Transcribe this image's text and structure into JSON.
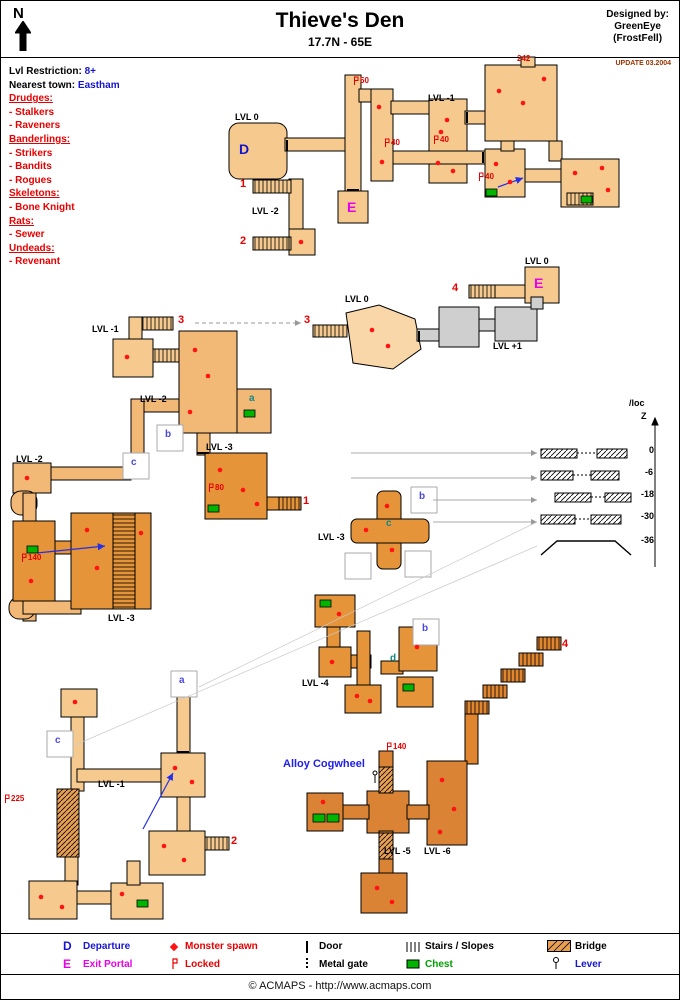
{
  "header": {
    "north_label": "N",
    "title": "Thieve's Den",
    "subtitle": "17.7N - 65E",
    "designed_by": "Designed by:",
    "designer_line1": "GreenEye",
    "designer_line2": "(FrostFell)",
    "update_note": "UPDATE 03.2004"
  },
  "info_panel": {
    "restriction_label": "Lvl Restriction:",
    "restriction_value": "8+",
    "town_label": "Nearest town:",
    "town_value": "Eastham",
    "monster_groups": [
      {
        "name": "Drudges:",
        "members": [
          "- Stalkers",
          "- Raveners"
        ]
      },
      {
        "name": "Banderlings:",
        "members": [
          "- Strikers",
          "- Bandits",
          "- Rogues"
        ]
      },
      {
        "name": "Skeletons:",
        "members": [
          "- Bone Knight"
        ]
      },
      {
        "name": "Rats:",
        "members": [
          "- Sewer"
        ]
      },
      {
        "name": "Undeads:",
        "members": [
          "- Revenant"
        ]
      }
    ]
  },
  "map": {
    "portals": {
      "departure": "D",
      "exit_top": "E",
      "exit_mid": "E"
    },
    "levels": {
      "lvl0_top": "LVL 0",
      "lvlm1_top": "LVL -1",
      "lvlm2_top": "LVL -2",
      "lvl0_exit": "LVL 0",
      "lvl0_hex": "LVL 0",
      "lvlp1": "LVL +1",
      "lvlm1_mid": "LVL -1",
      "lvlm2_mid": "LVL -2",
      "lvlm2_left": "LVL -2",
      "lvlm3_mid": "LVL -3",
      "lvlm3_left": "LVL -3",
      "lvlm3_cross": "LVL -3",
      "lvlm4": "LVL -4",
      "lvlm1_bottom": "LVL -1",
      "lvlm5": "LVL -5",
      "lvlm6": "LVL -6"
    },
    "routes": {
      "n1_top": "1",
      "n2_top": "2",
      "n3_left": "3",
      "n3_hex": "3",
      "n4_exit": "4",
      "n4_stairs": "4",
      "n1_lvl3": "1",
      "n2_bottom": "2"
    },
    "locks": {
      "l50": "50",
      "l40a": "40",
      "l40b": "40",
      "l40c": "40",
      "l242": "242",
      "l80": "80",
      "l140_left": "140",
      "l225": "225",
      "l140_bottom": "140"
    },
    "letters": {
      "a_mid": "a",
      "b_mid": "b",
      "c_mid": "c",
      "b_cross": "b",
      "c_cross": "c",
      "b_lvl4": "b",
      "d_lvl4": "d",
      "a_bottom": "a",
      "c_bottom": "c"
    },
    "annotations": {
      "alloy_cogwheel": "Alloy Cogwheel"
    },
    "zdiagram": {
      "loc": "/loc",
      "z": "Z",
      "levels": [
        "0",
        "-6",
        "-18",
        "-30",
        "-36"
      ]
    },
    "colors": {
      "corridor_light": "#F6CA8E",
      "corridor_mid": "#F2B876",
      "corridor_dark": "#E59439",
      "corridor_deep": "#DB8335",
      "gray_level": "#CFCFCF",
      "spawn_red": "#FF1212",
      "chest_green": "#00B400",
      "departure_blue": "#1515D0",
      "exit_magenta": "#E800E8"
    }
  },
  "legend": {
    "departure_symbol": "D",
    "departure": "Departure",
    "exit_symbol": "E",
    "exit_portal": "Exit Portal",
    "monster_spawn": "Monster spawn",
    "locked": "Locked",
    "door": "Door",
    "metal_gate": "Metal gate",
    "stairs": "Stairs / Slopes",
    "chest": "Chest",
    "bridge": "Bridge",
    "lever": "Lever",
    "icons": [
      "monster-spawn-icon",
      "locked-icon",
      "door-icon",
      "metal-gate-icon",
      "stairs-icon",
      "chest-icon",
      "bridge-icon",
      "lever-icon"
    ]
  },
  "footer": {
    "copyright": "© ACMAPS - http://www.acmaps.com"
  }
}
